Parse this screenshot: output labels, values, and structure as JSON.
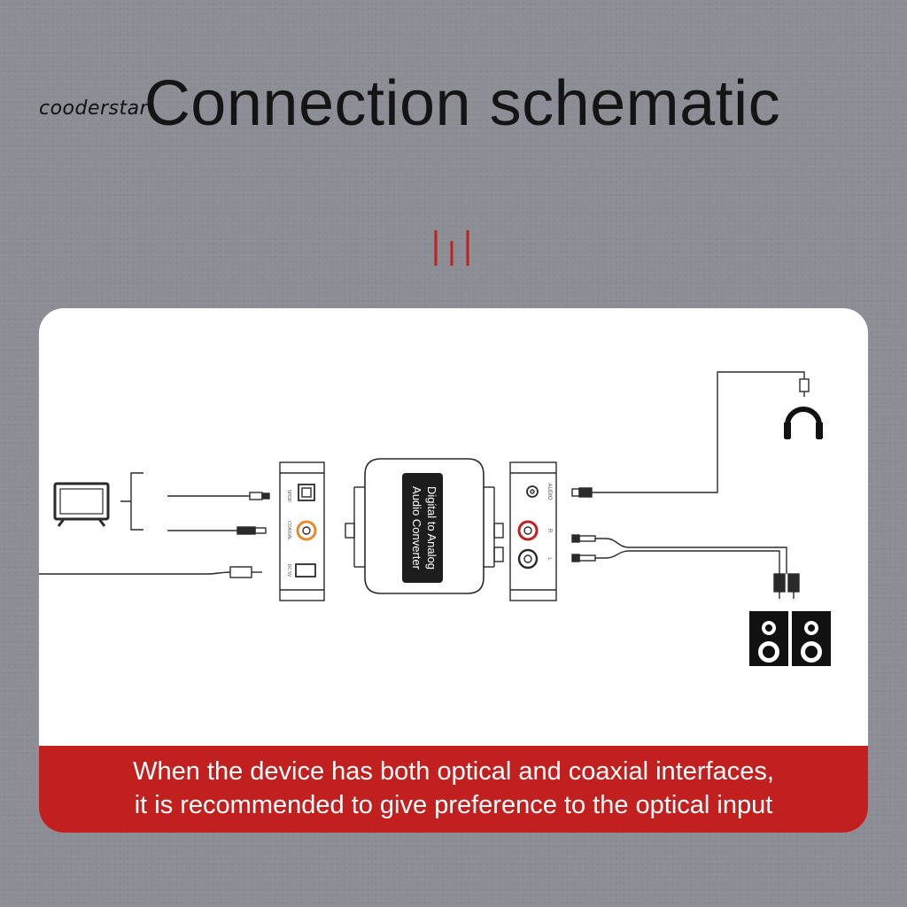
{
  "watermark": "cooderstar",
  "title": "Connection schematic",
  "converter": {
    "line1": "Digital to Analog",
    "line2": "Audio Converter"
  },
  "input_panel": {
    "port1": "SPDIF",
    "port2": "COAXIAL",
    "port3": "DC 5V"
  },
  "output_panel": {
    "port1": "AUDIO",
    "port2": "R",
    "port3": "L"
  },
  "note": {
    "line1": "When the device has both optical and coaxial interfaces,",
    "line2": "it is recommended to give preference to the optical input"
  },
  "colors": {
    "accent": "#c1201f",
    "background": "#8c8d95",
    "card": "#ffffff",
    "ink": "#222222"
  }
}
